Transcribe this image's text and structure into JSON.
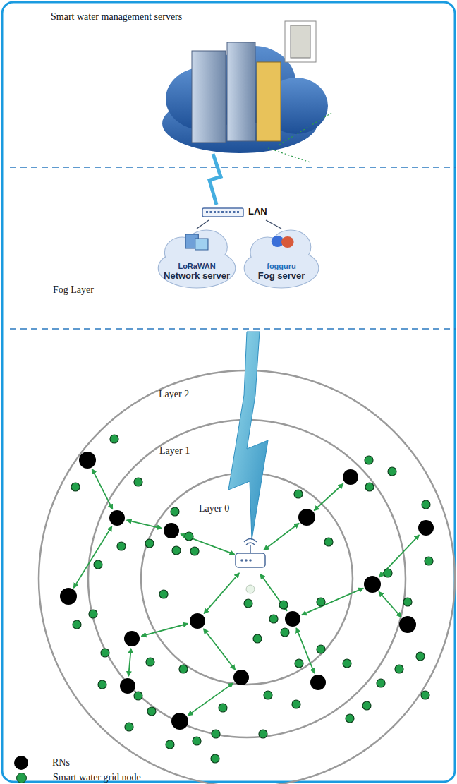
{
  "diagram": {
    "nodes": [
      {
        "text": [
          "Smart water management servers"
        ]
      },
      {
        "text": [
          "LAN"
        ]
      },
      {
        "text": [
          "LoRaWAN",
          "Network server"
        ]
      },
      {
        "text": [
          "fogguru",
          "Fog server"
        ]
      }
    ],
    "edges": [
      {
        "from": 0,
        "to": 1,
        "arrow": "none"
      },
      {
        "from": 1,
        "to": 2,
        "arrow": "none"
      },
      {
        "from": 1,
        "to": 3,
        "arrow": "none"
      }
    ],
    "labels": [
      "Fog Layer",
      "Layer 2",
      "Layer 1",
      "Layer 0"
    ],
    "legend": [
      {
        "text": "RNs",
        "color": "#000000"
      },
      {
        "text": "Smart water grid node",
        "color": "#22a04a"
      }
    ]
  }
}
